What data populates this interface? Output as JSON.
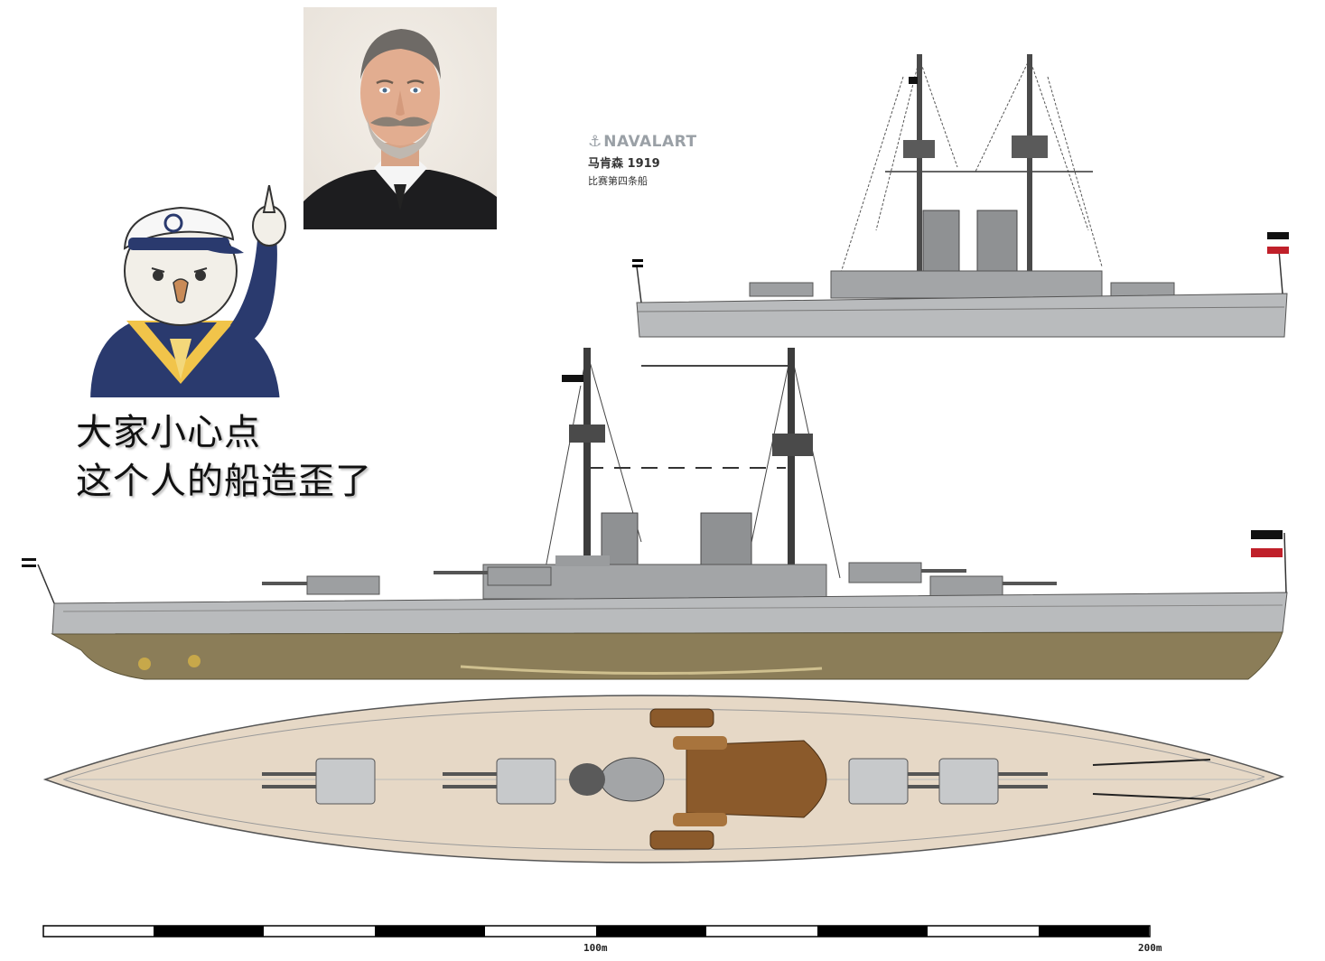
{
  "meme": {
    "line1": "大家小心点",
    "line2": "这个人的船造歪了"
  },
  "brand": {
    "anchor_icon": "⚓",
    "name": "NAVALART",
    "title": "马肯森  1919",
    "subtitle": "比赛第四条船"
  },
  "scale": {
    "label_100": "100m",
    "label_200": "200m"
  },
  "colors": {
    "hull_grey": "#b9bbbd",
    "hull_bottom": "#8b7d58",
    "deck": "#e6d8c6",
    "wood": "#8b5a2b"
  },
  "icons": {
    "anchor": "anchor-icon",
    "flag": "german-imperial-ensign-icon"
  }
}
